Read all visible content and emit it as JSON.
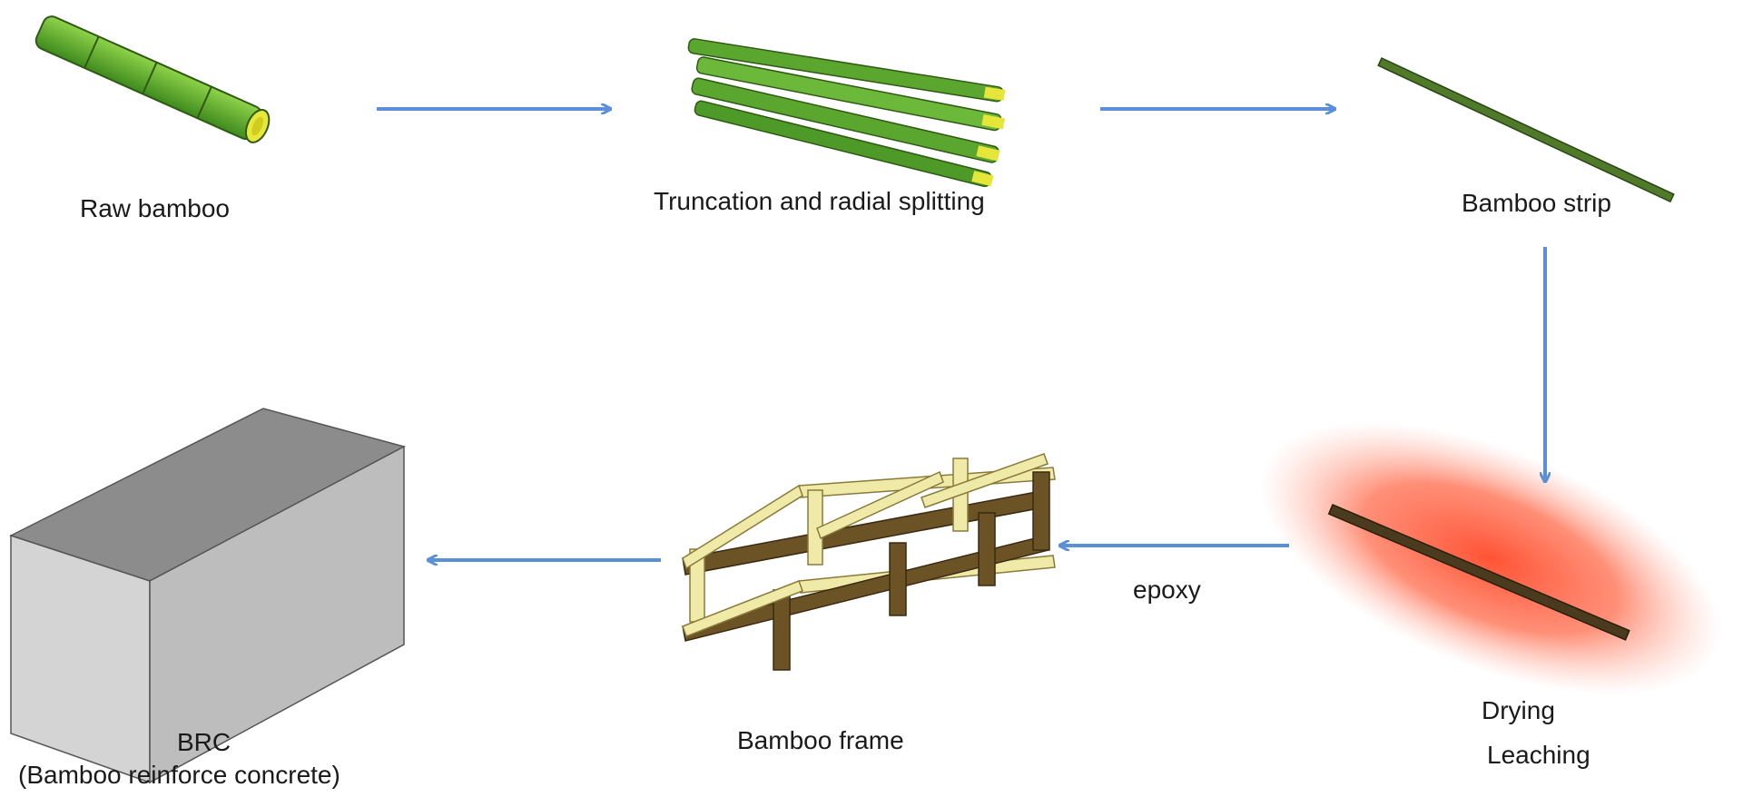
{
  "steps": {
    "raw": "Raw bamboo",
    "split": "Truncation and radial splitting",
    "strip": "Bamboo strip",
    "drying": "Drying",
    "leaching": "Leaching",
    "frame": "Bamboo frame",
    "brc": "BRC",
    "brc_sub": "(Bamboo reinforce concrete)"
  },
  "edges": {
    "epoxy": "epoxy"
  },
  "colors": {
    "arrow": "#5b8fd6",
    "bamboo_green": "#5aa62e",
    "bamboo_yellow": "#e6e63a",
    "strip_dark": "#3a5a1e",
    "frame_brown": "#6b5326",
    "frame_cream": "#f0eaa8",
    "glow": "#ff5a3a",
    "concrete": "#c8c8c8"
  }
}
